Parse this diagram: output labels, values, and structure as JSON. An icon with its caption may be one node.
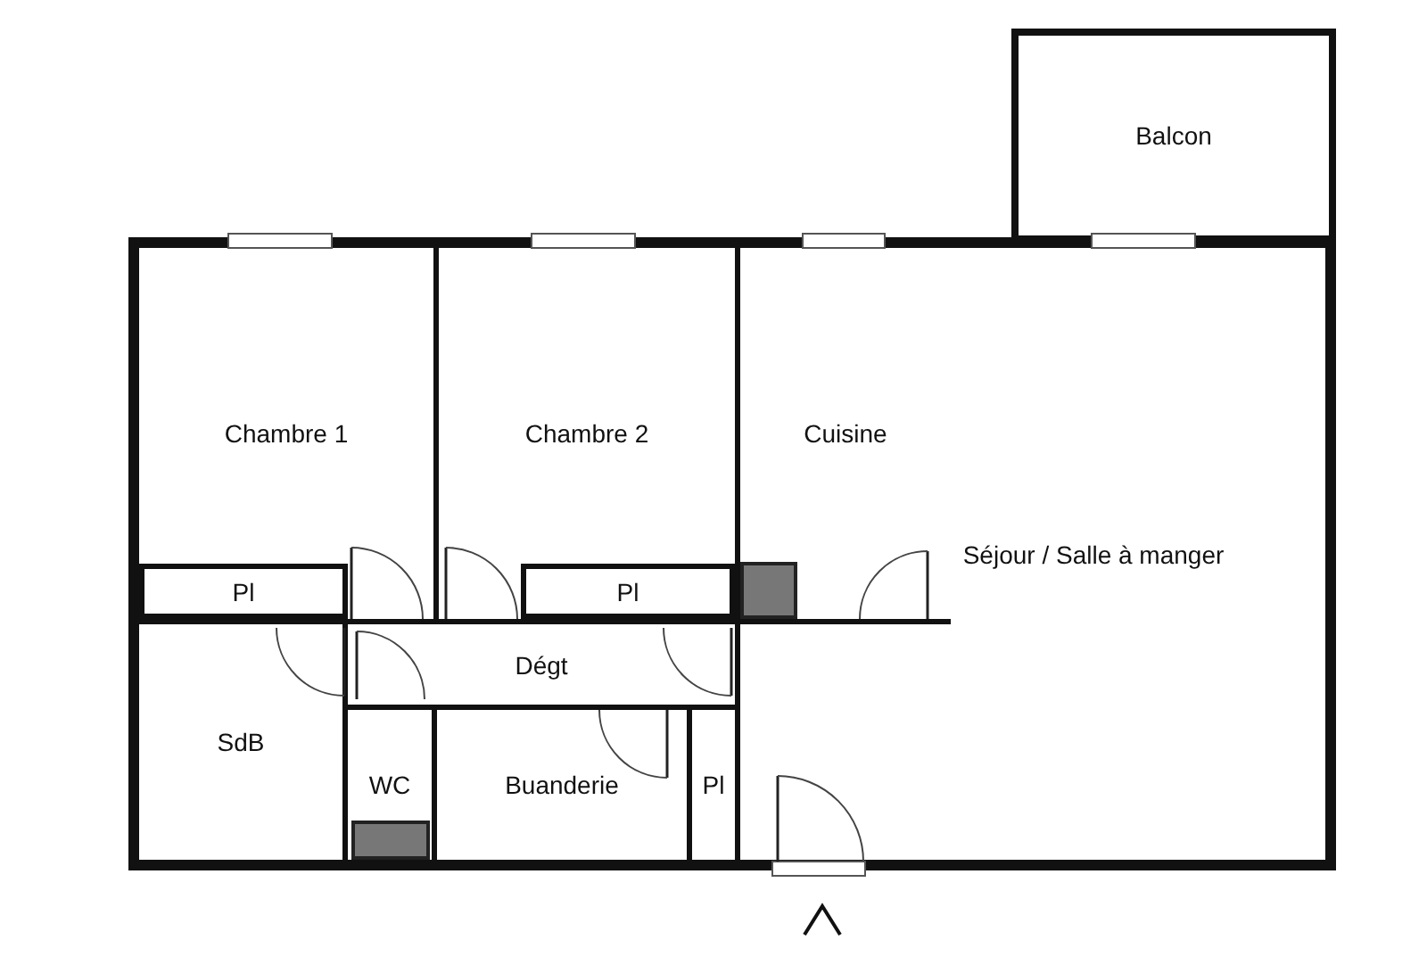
{
  "diagram": {
    "nodes": [
      {
        "text": [
          "Balcon"
        ]
      },
      {
        "text": [
          "Chambre 1"
        ]
      },
      {
        "text": [
          "Pl"
        ],
        "in": 1
      },
      {
        "text": [
          "Chambre 2"
        ]
      },
      {
        "text": [
          "Pl"
        ],
        "in": 3
      },
      {
        "text": [
          "Cuisine"
        ]
      },
      {
        "text": [
          "Séjour / Salle à manger"
        ]
      },
      {
        "text": [
          "Dégt"
        ]
      },
      {
        "text": [
          "SdB"
        ]
      },
      {
        "text": [
          "WC"
        ]
      },
      {
        "text": [
          "Buanderie"
        ]
      },
      {
        "text": [
          "Pl"
        ]
      }
    ]
  }
}
